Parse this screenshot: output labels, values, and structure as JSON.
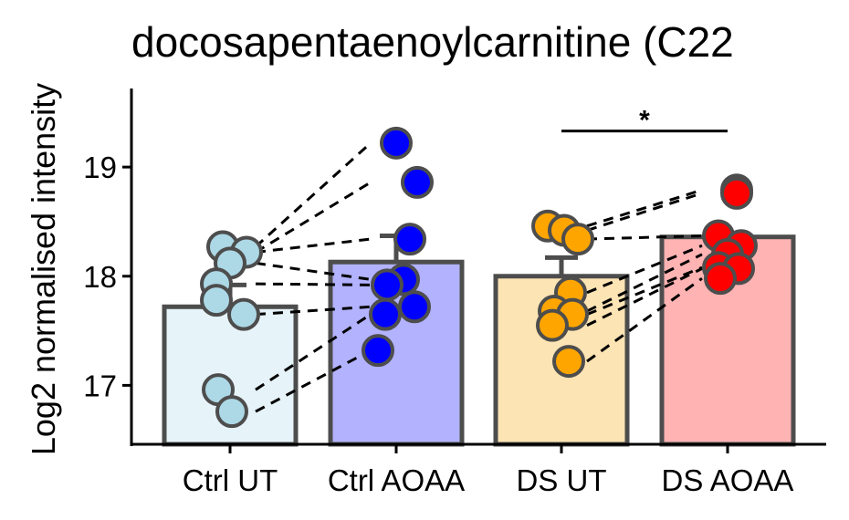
{
  "chart_data": {
    "type": "bar",
    "title": "docosapentaenoylcarnitine (C22",
    "ylabel": "Log2 normalised intensity",
    "xlabel": "",
    "ylim": [
      16.46,
      19.72
    ],
    "yticks": [
      "17",
      "18",
      "19"
    ],
    "categories": [
      "Ctrl UT",
      "Ctrl AOAA",
      "DS UT",
      "DS AOAA"
    ],
    "bar_values": [
      17.72,
      18.13,
      18.0,
      18.36
    ],
    "error_upper": [
      17.92,
      18.37,
      18.17,
      18.36
    ],
    "bar_fill": [
      "#e6f3f8",
      "#b2b2ff",
      "#fde4b4",
      "#ffb3b3"
    ],
    "point_fill": [
      "#add8e6",
      "#0000ff",
      "#ffa500",
      "#ff0000"
    ],
    "outline_color": "#4d4d4d",
    "points": [
      [
        [
          -0.08,
          18.27
        ],
        [
          0.18,
          18.22
        ],
        [
          0.0,
          18.12
        ],
        [
          -0.15,
          17.93
        ],
        [
          -0.15,
          17.78
        ],
        [
          0.15,
          17.65
        ],
        [
          -0.13,
          16.96
        ],
        [
          0.02,
          16.76
        ]
      ],
      [
        [
          0.0,
          19.22
        ],
        [
          0.23,
          18.86
        ],
        [
          0.15,
          18.34
        ],
        [
          0.08,
          17.97
        ],
        [
          -0.1,
          17.92
        ],
        [
          0.2,
          17.72
        ],
        [
          -0.12,
          17.65
        ],
        [
          -0.2,
          17.32
        ]
      ],
      [
        [
          -0.15,
          18.46
        ],
        [
          0.03,
          18.42
        ],
        [
          0.18,
          18.34
        ],
        [
          0.1,
          17.85
        ],
        [
          -0.08,
          17.68
        ],
        [
          0.12,
          17.65
        ],
        [
          -0.1,
          17.55
        ],
        [
          0.08,
          17.22
        ]
      ],
      [
        [
          0.1,
          18.79
        ],
        [
          0.1,
          18.76
        ],
        [
          -0.1,
          18.37
        ],
        [
          0.15,
          18.28
        ],
        [
          0.0,
          18.2
        ],
        [
          -0.1,
          18.08
        ],
        [
          0.12,
          18.07
        ],
        [
          -0.08,
          17.98
        ]
      ]
    ],
    "pairs": [
      [
        [
          18.27,
          19.22
        ],
        [
          18.22,
          18.86
        ],
        [
          18.22,
          18.34
        ],
        [
          18.12,
          17.97
        ],
        [
          17.93,
          17.92
        ],
        [
          17.65,
          17.72
        ],
        [
          16.96,
          17.65
        ],
        [
          16.76,
          17.32
        ]
      ],
      [
        [
          18.46,
          18.79
        ],
        [
          18.42,
          18.76
        ],
        [
          18.34,
          18.37
        ],
        [
          17.85,
          18.28
        ],
        [
          17.68,
          18.2
        ],
        [
          17.65,
          18.08
        ],
        [
          17.55,
          18.07
        ],
        [
          17.22,
          17.98
        ]
      ]
    ],
    "significance": {
      "from": "DS UT",
      "to": "DS AOAA",
      "y": 19.33,
      "label": "*"
    },
    "grid": false,
    "legend": "none"
  }
}
